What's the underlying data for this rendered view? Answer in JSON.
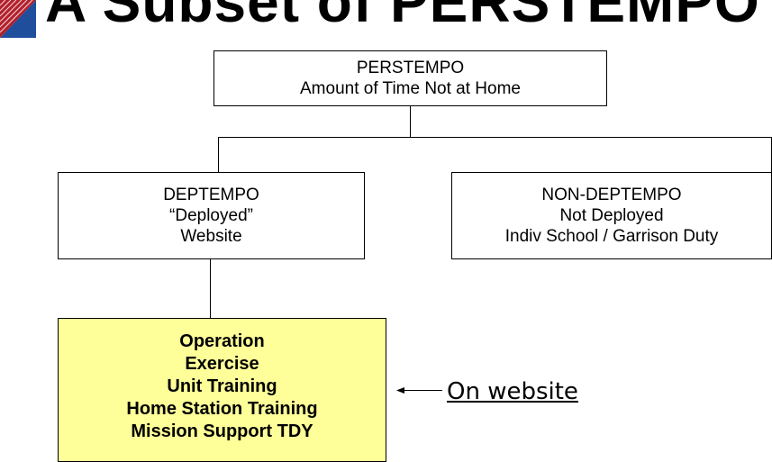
{
  "title": "A Subset of PERSTEMPO",
  "nodes": {
    "top": {
      "lines": [
        "PERSTEMPO",
        "Amount of Time Not at Home"
      ]
    },
    "left": {
      "lines": [
        "DEPTEMPO",
        "“Deployed”",
        "Website"
      ]
    },
    "right": {
      "lines": [
        "NON-DEPTEMPO",
        "Not Deployed",
        "Indiv School / Garrison Duty"
      ]
    },
    "bottom": {
      "lines": [
        "Operation",
        "Exercise",
        "Unit Training",
        "Home Station Training",
        "Mission Support TDY"
      ]
    }
  },
  "annotation": {
    "label": "On website"
  },
  "colors": {
    "highlight_box": "#ffff99",
    "logo_blue": "#1f4e9c",
    "logo_red": "#b0202a"
  }
}
